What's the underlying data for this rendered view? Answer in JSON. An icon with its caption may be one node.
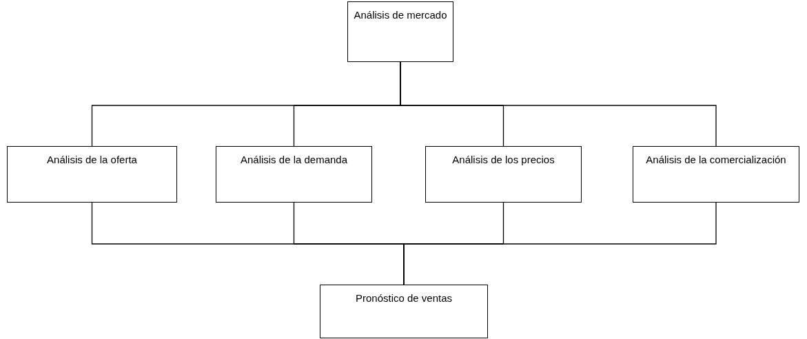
{
  "diagram": {
    "nodes": [
      {
        "text": [
          "Análisis de mercado"
        ]
      },
      {
        "text": [
          "Análisis de la oferta"
        ]
      },
      {
        "text": [
          "Análisis de la demanda"
        ]
      },
      {
        "text": [
          "Análisis de los precios"
        ]
      },
      {
        "text": [
          "Análisis de la comercialización"
        ]
      },
      {
        "text": [
          "Pronóstico de ventas"
        ]
      }
    ],
    "edges": [
      {
        "from": 0,
        "to": 1,
        "arrow": "none"
      },
      {
        "from": 0,
        "to": 2,
        "arrow": "none"
      },
      {
        "from": 0,
        "to": 3,
        "arrow": "none"
      },
      {
        "from": 0,
        "to": 4,
        "arrow": "none"
      },
      {
        "from": 1,
        "to": 5,
        "arrow": "none"
      },
      {
        "from": 2,
        "to": 5,
        "arrow": "none"
      },
      {
        "from": 3,
        "to": 5,
        "arrow": "none"
      },
      {
        "from": 4,
        "to": 5,
        "arrow": "none"
      }
    ]
  }
}
